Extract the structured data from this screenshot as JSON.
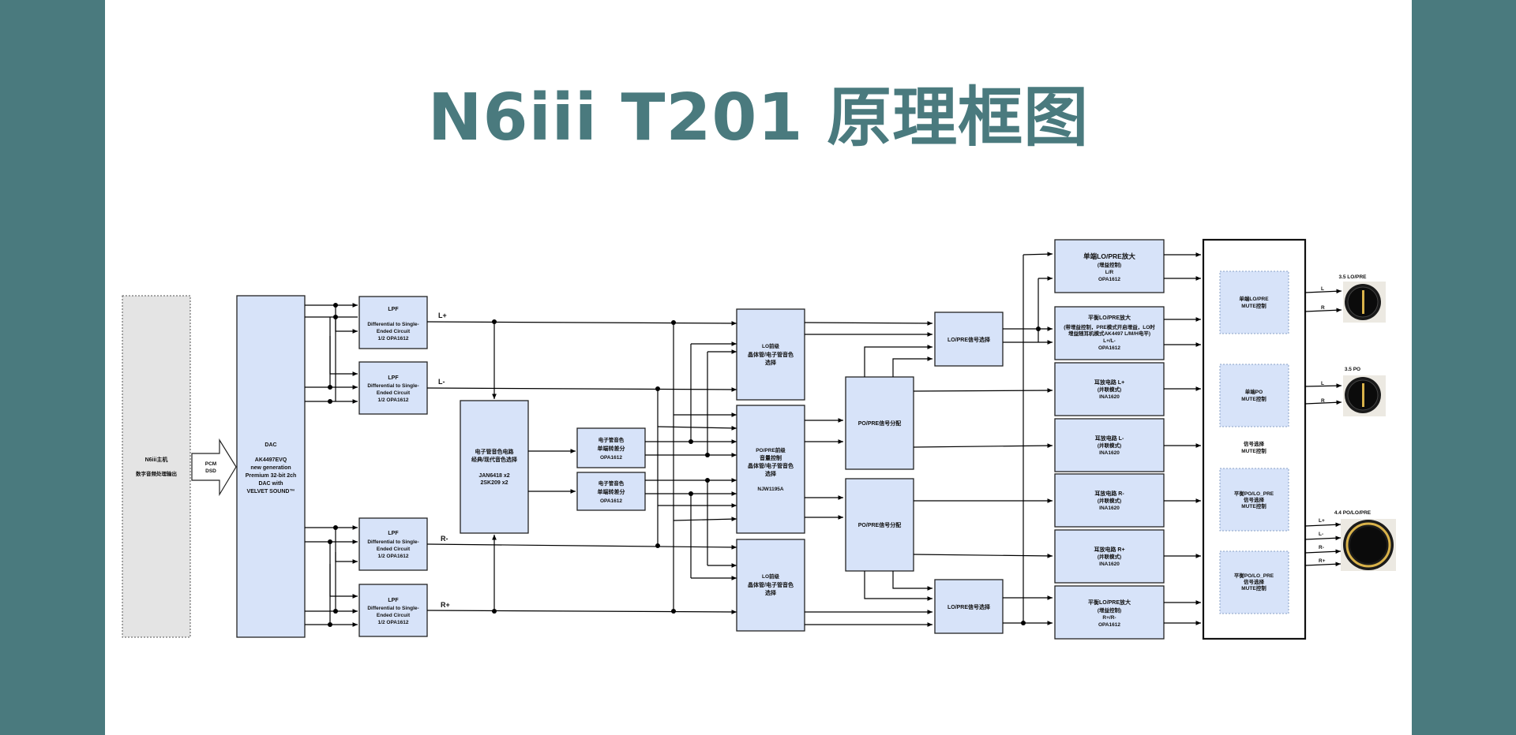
{
  "title": "N6iii T201 原理框图",
  "colors": {
    "frame": "#4a7a7e",
    "block_fill": "#d7e3f9"
  },
  "host": {
    "name": "N6iii主机",
    "sub": "数字音频处理输出"
  },
  "pcm_arrow": {
    "l1": "PCM",
    "l2": "DSD"
  },
  "dac": {
    "title": "DAC",
    "l1": "AK4497EVQ",
    "l2": "new generation",
    "l3": "Premium 32-bit 2ch",
    "l4": "DAC with",
    "l5": "VELVET SOUND™"
  },
  "lpf": {
    "title": "LPF",
    "l1": "Differential to Single-",
    "l2": "Ended Circuit",
    "l3": "1/2 OPA1612"
  },
  "channels": {
    "lp": "L+",
    "lm": "L-",
    "rm": "R-",
    "rp": "R+"
  },
  "tube": {
    "l1": "电子管音色电路",
    "l2": "经典/现代音色选择",
    "l3": "JAN6418 x2",
    "l4": "2SK209 x2"
  },
  "se": {
    "l1": "电子管音色",
    "l2": "单端转差分",
    "l3": "OPA1612"
  },
  "lo_sel": {
    "l1": "LO前级",
    "l2": "晶体管/电子管音色",
    "l3": "选择"
  },
  "po_mid": {
    "l1": "PO/PRE前级",
    "l2": "音量控制",
    "l3": "晶体管/电子管音色",
    "l4": "选择",
    "l5": "NJW1195A"
  },
  "po_dist": "PO/PRE信号分配",
  "lopre_sel": "LO/PRE信号选择",
  "out_amps": [
    {
      "l1": "单端LO/PRE放大",
      "l2": "(增益控制)",
      "l3": "L/R",
      "l4": "OPA1612"
    },
    {
      "l1": "平衡LO/PRE放大",
      "l2": "(带增益控制，PRE模式开启增益，LO时",
      "l3": "增益随耳机模式AK4497 L/M/H电平)",
      "l4": "L+/L-",
      "l5": "OPA1612"
    },
    {
      "l1": "耳放电路 L+",
      "l2": "(并联模式)",
      "l3": "INA1620"
    },
    {
      "l1": "耳放电路 L-",
      "l2": "(并联模式)",
      "l3": "INA1620"
    },
    {
      "l1": "耳放电路 R-",
      "l2": "(并联模式)",
      "l3": "INA1620"
    },
    {
      "l1": "耳放电路 R+",
      "l2": "(并联模式)",
      "l3": "INA1620"
    },
    {
      "l1": "平衡LO/PRE放大",
      "l2": "(增益控制)",
      "l3": "R+/R-",
      "l4": "OPA1612"
    }
  ],
  "mute": {
    "m1": {
      "l1": "单端LO/PRE",
      "l2": "MUTE控制"
    },
    "m2": {
      "l1": "单端PO",
      "l2": "MUTE控制"
    },
    "sig": {
      "l1": "信号选择",
      "l2": "MUTE控制"
    },
    "m3": {
      "l1": "平衡PO/LO_PRE",
      "l2": "信号选择",
      "l3": "MUTE控制"
    },
    "m4": {
      "l1": "平衡PO/LO_PRE",
      "l2": "信号选择",
      "l3": "MUTE控制"
    }
  },
  "jacks": {
    "j1": {
      "label": "3.5 LO/PRE",
      "p1": "L",
      "p2": "R"
    },
    "j2": {
      "label": "3.5 PO",
      "p1": "L",
      "p2": "R"
    },
    "j3": {
      "label": "4.4 PO/LO/PRE",
      "p1": "L+",
      "p2": "L-",
      "p3": "R-",
      "p4": "R+"
    }
  }
}
